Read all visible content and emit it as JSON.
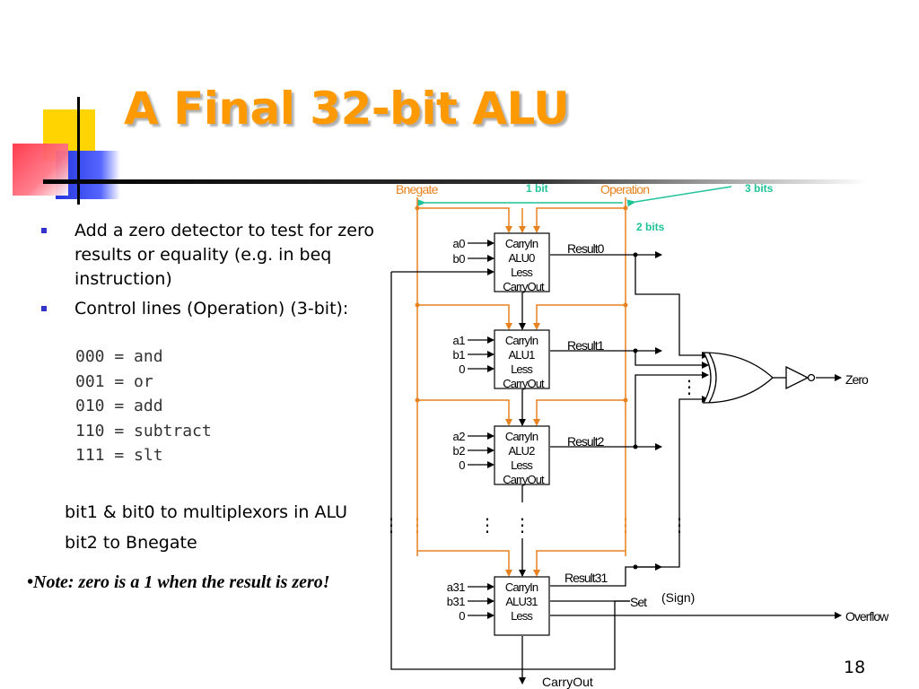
{
  "slide": {
    "title": "A Final 32-bit ALU",
    "bullets": [
      "Add a zero detector to test for zero results or equality (e.g. in beq instruction)",
      "Control lines (Operation) (3-bit):"
    ],
    "codes": [
      "000 = and",
      "001 = or",
      "010 = add",
      "110 = subtract",
      "111 = slt"
    ],
    "bit_notes": [
      "bit1 & bit0 to multiplexors in ALU",
      "bit2 to Bnegate"
    ],
    "note": "•Note:  zero is a 1 when the result is zero!",
    "slide_number": "18"
  },
  "diagram": {
    "bnegate": "Bnegate",
    "operation": "Operation",
    "bits1": "1 bit",
    "bits3": "3 bits",
    "bits2": "2 bits",
    "carry_in": "CarryIn",
    "less": "Less",
    "carry_out": "CarryOut",
    "alus": [
      {
        "name": "ALU0",
        "a": "a0",
        "b": "b0",
        "result": "Result0"
      },
      {
        "name": "ALU1",
        "a": "a1",
        "b": "b1",
        "less_in": "0",
        "result": "Result1"
      },
      {
        "name": "ALU2",
        "a": "a2",
        "b": "b2",
        "less_in": "0",
        "result": "Result2"
      },
      {
        "name": "ALU31",
        "a": "a31",
        "b": "b31",
        "less_in": "0",
        "result": "Result31"
      }
    ],
    "set": "Set",
    "sign": "(Sign)",
    "zero": "Zero",
    "overflow": "Overflow",
    "carry_out_final": "CarryOut",
    "dots": "⋮",
    "colors": {
      "control": "#e8821e",
      "teal": "#1fc39a",
      "wire": "#000000"
    }
  }
}
